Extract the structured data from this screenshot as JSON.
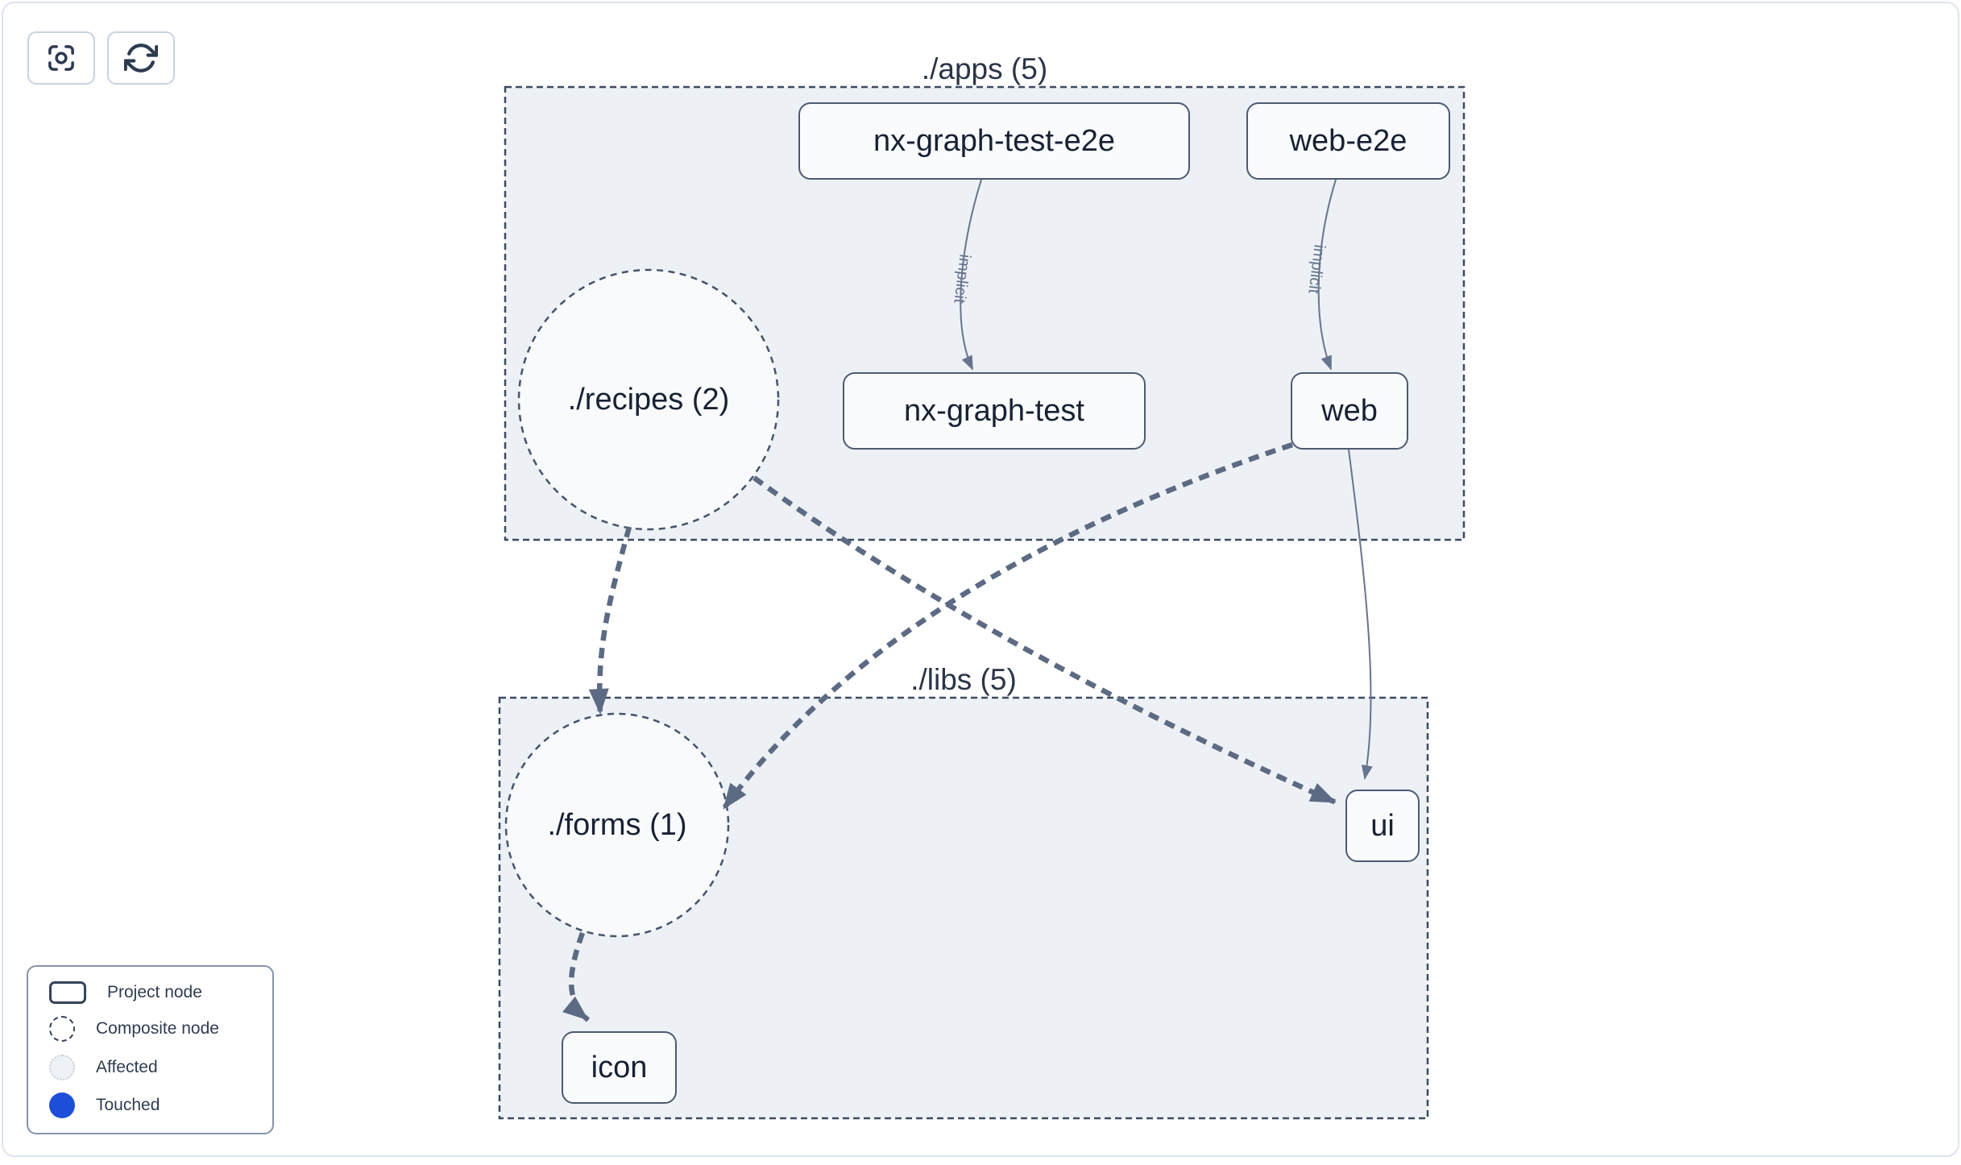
{
  "app": "nx project graph",
  "toolbar": {
    "buttons": [
      {
        "id": "center-graph",
        "icon": "focus-icon"
      },
      {
        "id": "refresh-graph",
        "icon": "refresh-icon"
      }
    ]
  },
  "clusters": [
    {
      "id": "apps",
      "label": "./apps (5)"
    },
    {
      "id": "libs",
      "label": "./libs (5)"
    }
  ],
  "nodes": [
    {
      "id": "nx-graph-test-e2e",
      "label": "nx-graph-test-e2e",
      "type": "project",
      "cluster": "apps"
    },
    {
      "id": "web-e2e",
      "label": "web-e2e",
      "type": "project",
      "cluster": "apps"
    },
    {
      "id": "nx-graph-test",
      "label": "nx-graph-test",
      "type": "project",
      "cluster": "apps"
    },
    {
      "id": "web",
      "label": "web",
      "type": "project",
      "cluster": "apps"
    },
    {
      "id": "ui",
      "label": "ui",
      "type": "project",
      "cluster": "libs"
    },
    {
      "id": "icon",
      "label": "icon",
      "type": "project",
      "cluster": "libs"
    }
  ],
  "composites": [
    {
      "id": "recipes",
      "label": "./recipes (2)",
      "type": "composite",
      "cluster": "apps"
    },
    {
      "id": "forms",
      "label": "./forms (1)",
      "type": "composite",
      "cluster": "libs"
    }
  ],
  "edges": [
    {
      "from": "nx-graph-test-e2e",
      "to": "nx-graph-test",
      "label": "implicit",
      "style": "solid-thin"
    },
    {
      "from": "web-e2e",
      "to": "web",
      "label": "implicit",
      "style": "solid-thin"
    },
    {
      "from": "./recipes (2)",
      "to": "./forms (1)",
      "style": "dashed-thick"
    },
    {
      "from": "./recipes (2)",
      "to": "ui",
      "style": "dashed-thick"
    },
    {
      "from": "web",
      "to": "./forms (1)",
      "style": "dashed-thick"
    },
    {
      "from": "web",
      "to": "ui",
      "style": "solid-thin"
    },
    {
      "from": "./forms (1)",
      "to": "icon",
      "style": "dashed-thick"
    }
  ],
  "legend": {
    "items": [
      {
        "label": "Project node",
        "swatch": "project-node-swatch"
      },
      {
        "label": "Composite node",
        "swatch": "composite-node-swatch"
      },
      {
        "label": "Affected",
        "swatch": "affected-swatch"
      },
      {
        "label": "Touched",
        "swatch": "touched-swatch",
        "color": "#1d4ed8"
      }
    ]
  },
  "colors": {
    "touched_blue": "#1d4ed8",
    "cluster_fill": "#edf1f6",
    "cluster_border": "#3d4a61",
    "node_fill": "#fafbfd",
    "node_border": "#4d5a73",
    "node_text": "#182134",
    "thin_edge": "#67748e",
    "thick_edge": "#5c6a83",
    "edge_label": "#64748b",
    "canvas_border": "#dde3ee"
  }
}
